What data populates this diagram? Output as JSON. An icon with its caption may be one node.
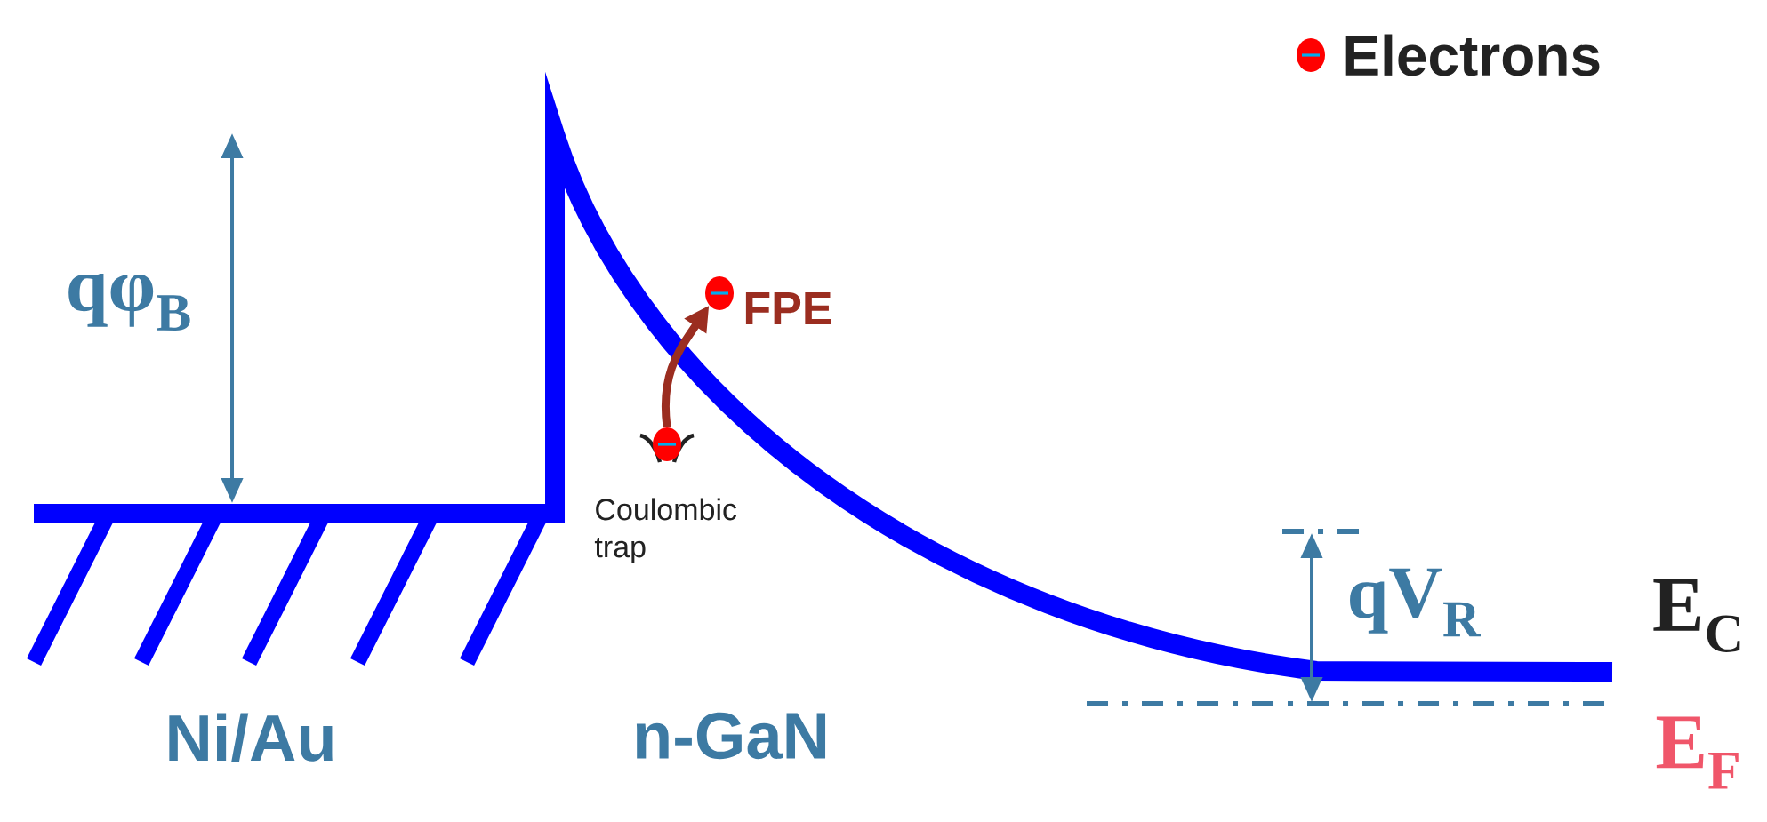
{
  "diagram": {
    "nodes": [
      {
        "text": [],
        "shape": "circle",
        "beside": [
          "Coulombic trap"
        ]
      },
      {
        "text": [],
        "shape": "circle",
        "beside": [
          "FPE"
        ]
      }
    ],
    "edges": [
      {
        "from": 0,
        "to": 1,
        "arrow": "to",
        "color": "#9b2d20"
      }
    ],
    "labels": [
      "qφ$_{B}$",
      "qV$_{R}$",
      "E$_{C}$",
      "Ni/Au",
      "n-GaN",
      "E$_{F}$"
    ],
    "legend": [
      {
        "text": "Electrons"
      }
    ]
  }
}
